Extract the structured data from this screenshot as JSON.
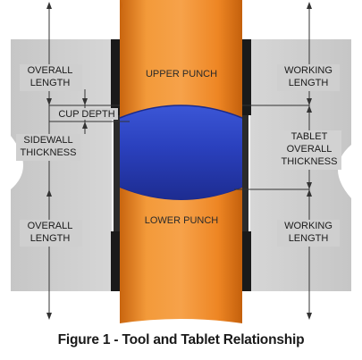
{
  "labels": {
    "upper_punch": "UPPER PUNCH",
    "lower_punch": "LOWER PUNCH",
    "overall_length_top_1": "OVERALL",
    "overall_length_top_2": "LENGTH",
    "cup_depth": "CUP DEPTH",
    "sidewall_thickness_1": "SIDEWALL",
    "sidewall_thickness_2": "THICKNESS",
    "overall_length_bottom_1": "OVERALL",
    "overall_length_bottom_2": "LENGTH",
    "working_length_top_1": "WORKING",
    "working_length_top_2": "LENGTH",
    "tablet_overall_thickness_1": "TABLET",
    "tablet_overall_thickness_2": "OVERALL",
    "tablet_overall_thickness_3": "THICKNESS",
    "working_length_bottom_1": "WORKING",
    "working_length_bottom_2": "LENGTH"
  },
  "caption": "Figure 1 - Tool and Tablet Relationship",
  "colors": {
    "die": "#cfcfcf",
    "die_edge": "#9a9a9a",
    "punch": "#f08a24",
    "punch_dark": "#c9650f",
    "tablet": "#2f49c8",
    "tablet_dark": "#1c2a8a",
    "die_wall": "#1a1a1a",
    "dimension_line": "#333333"
  }
}
